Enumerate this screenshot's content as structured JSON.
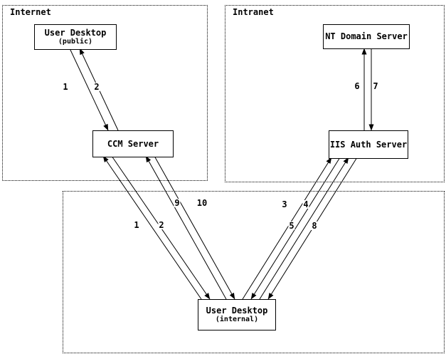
{
  "regions": {
    "internet": {
      "label": "Internet"
    },
    "intranet": {
      "label": "Intranet"
    }
  },
  "nodes": {
    "user_desktop_public": {
      "title": "User Desktop",
      "subtitle": "(public)"
    },
    "ccm_server": {
      "title": "CCM Server"
    },
    "nt_domain_server": {
      "title": "NT Domain Server"
    },
    "iis_auth_server": {
      "title": "IIS Auth Server"
    },
    "user_desktop_internal": {
      "title": "User Desktop",
      "subtitle": "(internal)"
    }
  },
  "edge_labels": {
    "pub_ccm_1": "1",
    "pub_ccm_2": "2",
    "iis_nt_6": "6",
    "iis_nt_7": "7",
    "int_ccm_1": "1",
    "int_ccm_2": "2",
    "int_ccm_9": "9",
    "int_ccm_10": "10",
    "int_iis_3": "3",
    "int_iis_4": "4",
    "int_iis_5": "5",
    "int_iis_8": "8"
  }
}
